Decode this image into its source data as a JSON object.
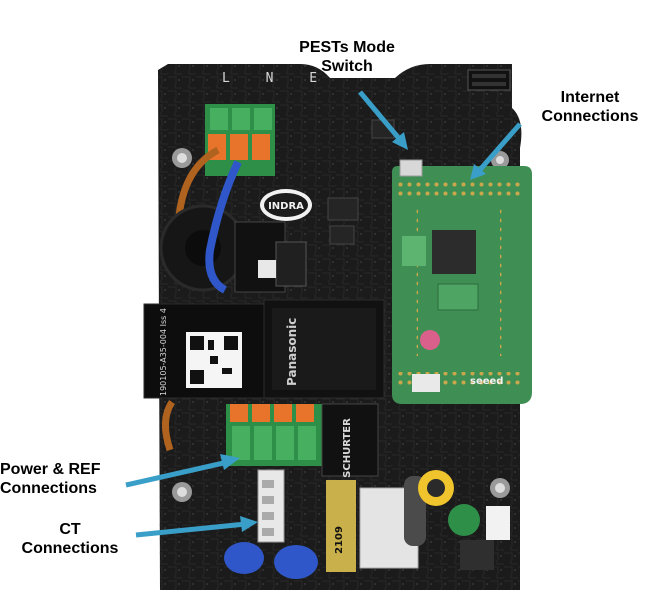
{
  "annotations": {
    "pests_mode_switch": {
      "line1": "PESTs Mode",
      "line2": "Switch"
    },
    "internet_connections": {
      "line1": "Internet",
      "line2": "Connections"
    },
    "power_ref_connections": {
      "line1": "Power & REF",
      "line2": "Connections"
    },
    "ct_connections": {
      "line1": "CT",
      "line2": "Connections"
    }
  },
  "board_markings": {
    "terminal_letters": "L N E",
    "brand_logo": "INDRA",
    "relay_brand": "Panasonic",
    "module_label": "190105-A35-004 Iss 4",
    "filter_brand": "SCHURTER",
    "cape_brand": "seeed",
    "cap_label": "2109"
  },
  "colors": {
    "arrow": "#3a9fc8",
    "board": "#1b1b1b",
    "cape": "#3f8f55",
    "terminal_orange": "#e8742c",
    "terminal_green": "#3faa55",
    "wire_blue": "#2f57c9",
    "wire_orange": "#b0621f"
  }
}
